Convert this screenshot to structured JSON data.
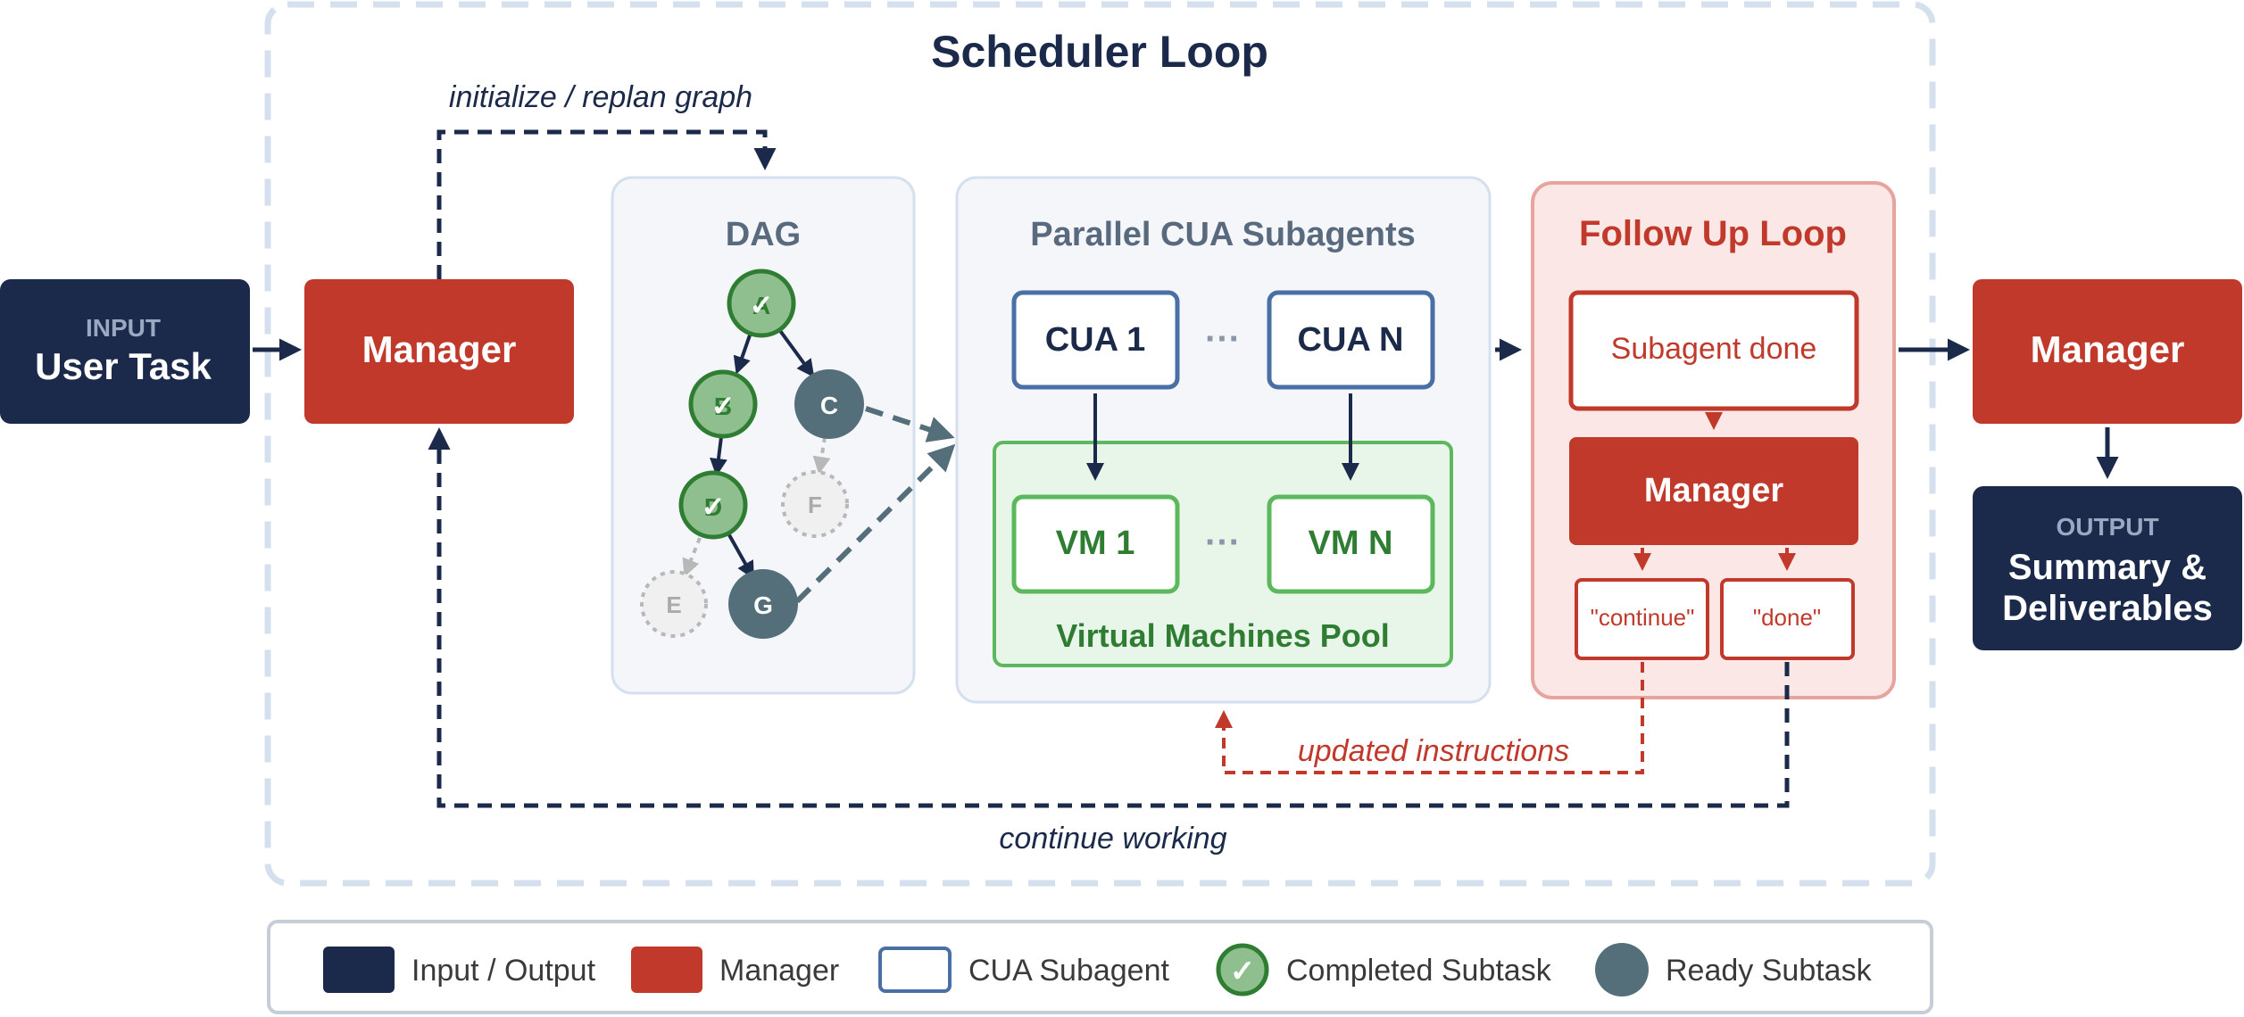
{
  "title": "Scheduler Loop",
  "input": {
    "small": "INPUT",
    "main": "User Task"
  },
  "manager_left": "Manager",
  "dag": {
    "title": "DAG",
    "nodes": [
      {
        "id": "A",
        "status": "completed"
      },
      {
        "id": "B",
        "status": "completed"
      },
      {
        "id": "C",
        "status": "ready"
      },
      {
        "id": "D",
        "status": "completed"
      },
      {
        "id": "E",
        "status": "pending"
      },
      {
        "id": "F",
        "status": "pending"
      },
      {
        "id": "G",
        "status": "ready"
      }
    ],
    "check": "✓"
  },
  "subagents": {
    "title": "Parallel CUA Subagents",
    "cua_first": "CUA 1",
    "cua_last": "CUA N",
    "vm_first": "VM 1",
    "vm_last": "VM N",
    "ellipsis": "···",
    "pool_label": "Virtual Machines Pool"
  },
  "followup": {
    "title": "Follow Up Loop",
    "subagent_done": "Subagent done",
    "manager": "Manager",
    "continue": "\"continue\"",
    "done": "\"done\""
  },
  "manager_right": "Manager",
  "output": {
    "small": "OUTPUT",
    "line1": "Summary &",
    "line2": "Deliverables"
  },
  "edge_labels": {
    "init": "initialize / replan graph",
    "updated": "updated instructions",
    "continue_working": "continue working"
  },
  "legend": [
    {
      "label": "Input / Output",
      "kind": "io"
    },
    {
      "label": "Manager",
      "kind": "manager"
    },
    {
      "label": "CUA Subagent",
      "kind": "cua"
    },
    {
      "label": "Completed Subtask",
      "kind": "completed"
    },
    {
      "label": "Ready Subtask",
      "kind": "ready"
    }
  ],
  "colors": {
    "navy": "#1b2a4a",
    "red": "#c0392b",
    "blue_border": "#4a6fa5",
    "green_border": "#5cb85c",
    "green_text": "#2e7d32",
    "slate": "#546e7a",
    "light_panel": "#f4f6fa",
    "dashed_frame": "#d5e0ee"
  }
}
